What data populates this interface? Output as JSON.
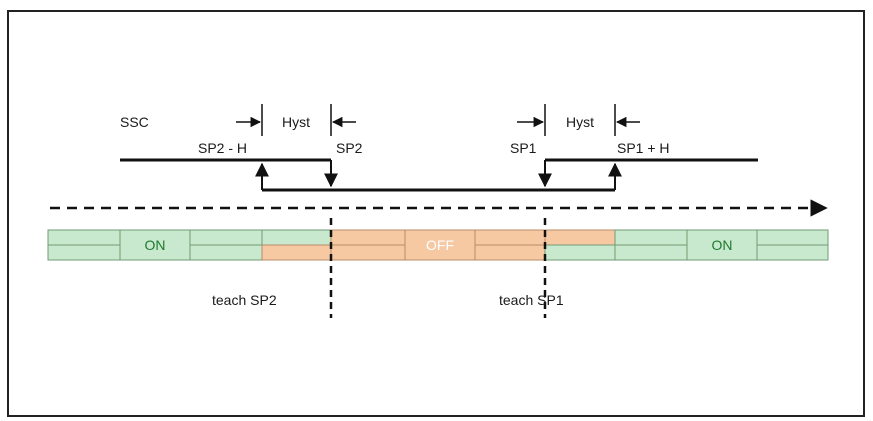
{
  "labels": {
    "ssc": "SSC",
    "hyst_left": "Hyst",
    "hyst_right": "Hyst",
    "sp2_minus_h": "SP2 - H",
    "sp2": "SP2",
    "sp1": "SP1",
    "sp1_plus_h": "SP1 + H",
    "teach_sp2": "teach SP2",
    "teach_sp1": "teach SP1"
  },
  "state_bar": {
    "on_left": "ON",
    "off": "OFF",
    "on_right": "ON"
  },
  "colors": {
    "on_fill": "#c8e9cd",
    "on_text": "#1f7a2e",
    "off_fill": "#f7c9a3",
    "off_text": "#ffffff",
    "line": "#111111",
    "border": "#222222"
  }
}
